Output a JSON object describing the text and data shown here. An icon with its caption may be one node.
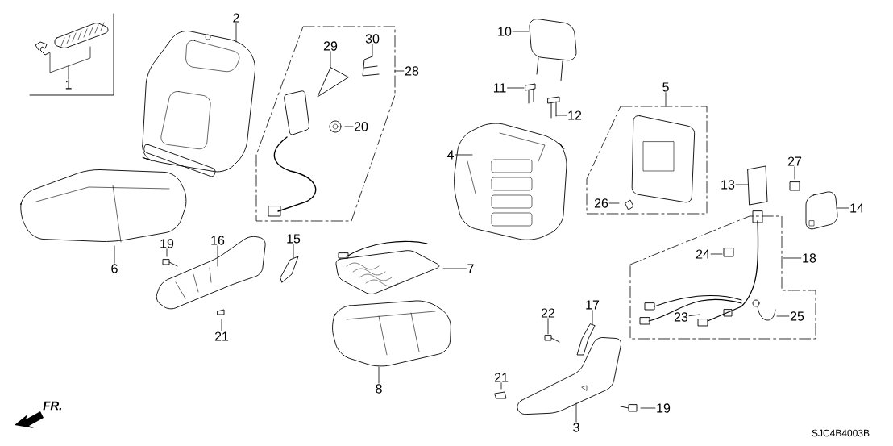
{
  "diagram": {
    "nodes": [
      {
        "text": [
          "2"
        ]
      },
      {
        "text": [
          "10"
        ]
      },
      {
        "text": [
          "30"
        ]
      },
      {
        "text": [
          "29"
        ]
      },
      {
        "text": [
          "28"
        ]
      },
      {
        "text": [
          "1"
        ]
      },
      {
        "text": [
          "11"
        ]
      },
      {
        "text": [
          "5"
        ]
      },
      {
        "text": [
          "12"
        ]
      },
      {
        "text": [
          "20"
        ]
      },
      {
        "text": [
          "4"
        ]
      },
      {
        "text": [
          "27"
        ]
      },
      {
        "text": [
          "13"
        ]
      },
      {
        "text": [
          "26"
        ]
      },
      {
        "text": [
          "14"
        ]
      },
      {
        "text": [
          "19"
        ]
      },
      {
        "text": [
          "16"
        ]
      },
      {
        "text": [
          "15"
        ]
      },
      {
        "text": [
          "24"
        ]
      },
      {
        "text": [
          "18"
        ]
      },
      {
        "text": [
          "6"
        ]
      },
      {
        "text": [
          "7"
        ]
      },
      {
        "text": [
          "17"
        ]
      },
      {
        "text": [
          "22"
        ]
      },
      {
        "text": [
          "23"
        ]
      },
      {
        "text": [
          "25"
        ]
      },
      {
        "text": [
          "21"
        ]
      },
      {
        "text": [
          "8"
        ]
      },
      {
        "text": [
          "21"
        ]
      },
      {
        "text": [
          "19"
        ]
      },
      {
        "text": [
          "3"
        ]
      }
    ],
    "edges": [
      {
        "from": 0,
        "to": null,
        "arrow": "none"
      },
      {
        "from": 1,
        "to": null,
        "arrow": "none"
      },
      {
        "from": 2,
        "to": null,
        "arrow": "none"
      },
      {
        "from": 3,
        "to": null,
        "arrow": "none"
      },
      {
        "from": 4,
        "to": null,
        "arrow": "none"
      },
      {
        "from": 5,
        "to": null,
        "arrow": "none"
      },
      {
        "from": 6,
        "to": null,
        "arrow": "none"
      },
      {
        "from": 7,
        "to": null,
        "arrow": "none"
      },
      {
        "from": 8,
        "to": null,
        "arrow": "none"
      },
      {
        "from": 9,
        "to": null,
        "arrow": "none"
      },
      {
        "from": 10,
        "to": null,
        "arrow": "none"
      },
      {
        "from": 11,
        "to": null,
        "arrow": "none"
      },
      {
        "from": 12,
        "to": null,
        "arrow": "none"
      },
      {
        "from": 13,
        "to": null,
        "arrow": "none"
      },
      {
        "from": 14,
        "to": null,
        "arrow": "none"
      },
      {
        "from": 15,
        "to": null,
        "arrow": "none"
      },
      {
        "from": 16,
        "to": null,
        "arrow": "none"
      },
      {
        "from": 17,
        "to": null,
        "arrow": "none"
      },
      {
        "from": 18,
        "to": null,
        "arrow": "none"
      },
      {
        "from": 19,
        "to": null,
        "arrow": "none"
      },
      {
        "from": 20,
        "to": null,
        "arrow": "none"
      },
      {
        "from": 21,
        "to": null,
        "arrow": "none"
      },
      {
        "from": 22,
        "to": null,
        "arrow": "none"
      },
      {
        "from": 23,
        "to": null,
        "arrow": "none"
      },
      {
        "from": 24,
        "to": null,
        "arrow": "none"
      },
      {
        "from": 25,
        "to": null,
        "arrow": "none"
      },
      {
        "from": 26,
        "to": null,
        "arrow": "none"
      },
      {
        "from": 27,
        "to": null,
        "arrow": "none"
      },
      {
        "from": 28,
        "to": null,
        "arrow": "none"
      },
      {
        "from": 29,
        "to": null,
        "arrow": "none"
      },
      {
        "from": 30,
        "to": null,
        "arrow": "none"
      }
    ],
    "labels": [
      "FR.",
      "SJC4B4003B"
    ]
  }
}
